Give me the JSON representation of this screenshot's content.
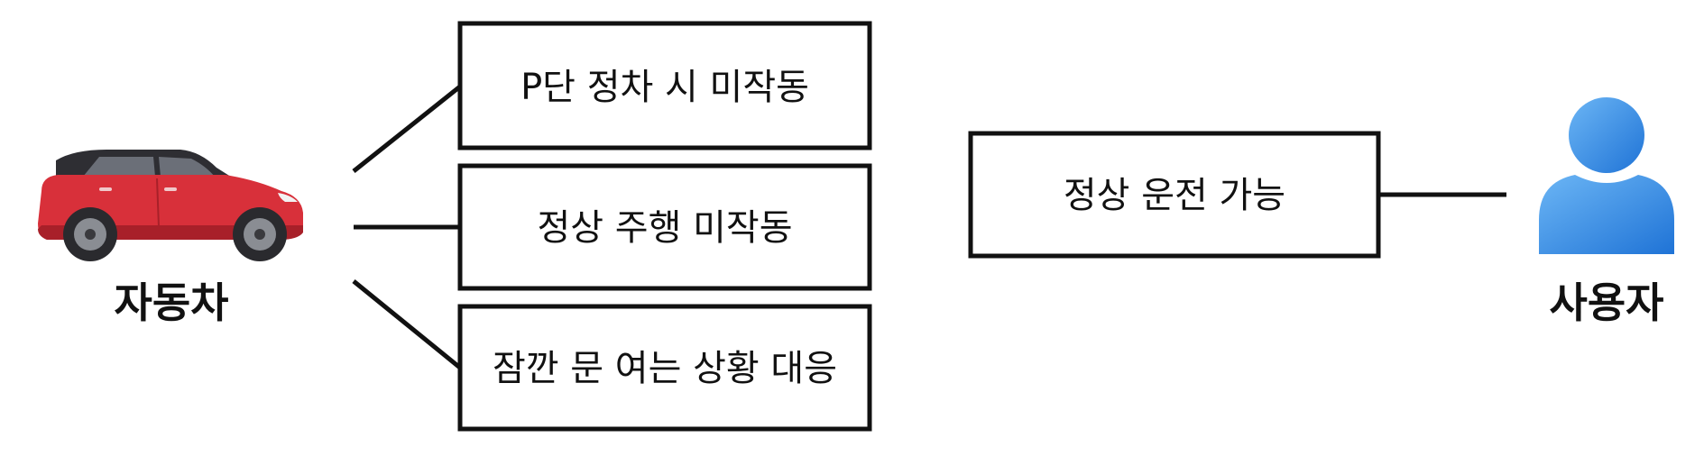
{
  "car": {
    "label": "자동차",
    "icon": "red-car-icon",
    "body_color": "#d8303a"
  },
  "user": {
    "label": "사용자",
    "icon": "person-icon",
    "color": "#3d8fe3"
  },
  "boxes": [
    {
      "label": "P단 정차 시 미작동"
    },
    {
      "label": "정상 주행 미작동"
    },
    {
      "label": "잠깐 문 여는 상황 대응"
    }
  ],
  "result": {
    "label": "정상 운전 가능"
  }
}
